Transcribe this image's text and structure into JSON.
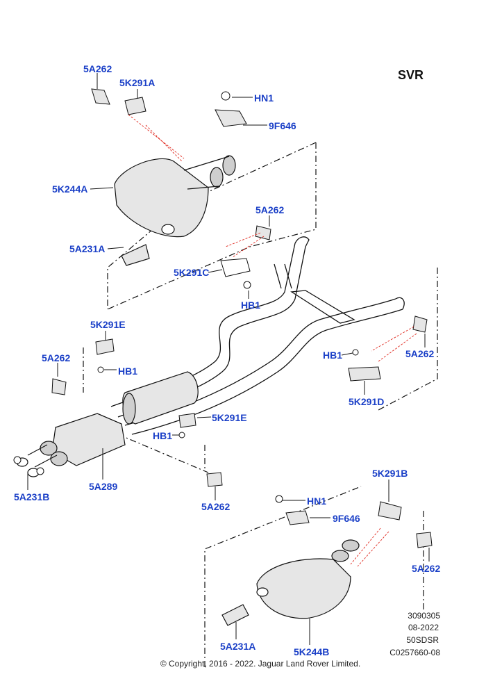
{
  "variant": "SVR",
  "callouts": {
    "a5262_top": "5A262",
    "k5291a": "5K291A",
    "hn1_top": "HN1",
    "f9646_top": "9F646",
    "k5244a": "5K244A",
    "a5262_mid": "5A262",
    "a5231a_top": "5A231A",
    "k5291c": "5K291C",
    "hb1_mid": "HB1",
    "k5291e_left": "5K291E",
    "a5262_left": "5A262",
    "hb1_left": "HB1",
    "hb1_right": "HB1",
    "a5262_right": "5A262",
    "k5291d": "5K291D",
    "k5291e_bottom": "5K291E",
    "hb1_bottom": "HB1",
    "a5231b": "5A231B",
    "a5289": "5A289",
    "a5262_bottom": "5A262",
    "k5291b": "5K291B",
    "hn1_bottom": "HN1",
    "f9646_bottom": "9F646",
    "a5262_br": "5A262",
    "a5231a_bottom": "5A231A",
    "k5244b": "5K244B"
  },
  "reference": {
    "line1": "3090305",
    "line2": "08-2022",
    "line3": "50SDSR",
    "line4": "C0257660-08"
  },
  "copyright": "© Copyright, 2016 - 2022. Jaguar Land Rover Limited.",
  "colors": {
    "callout": "#1a3fc7",
    "leader": "#e0281e",
    "line": "#111111",
    "part_fill": "#e6e6e6"
  }
}
